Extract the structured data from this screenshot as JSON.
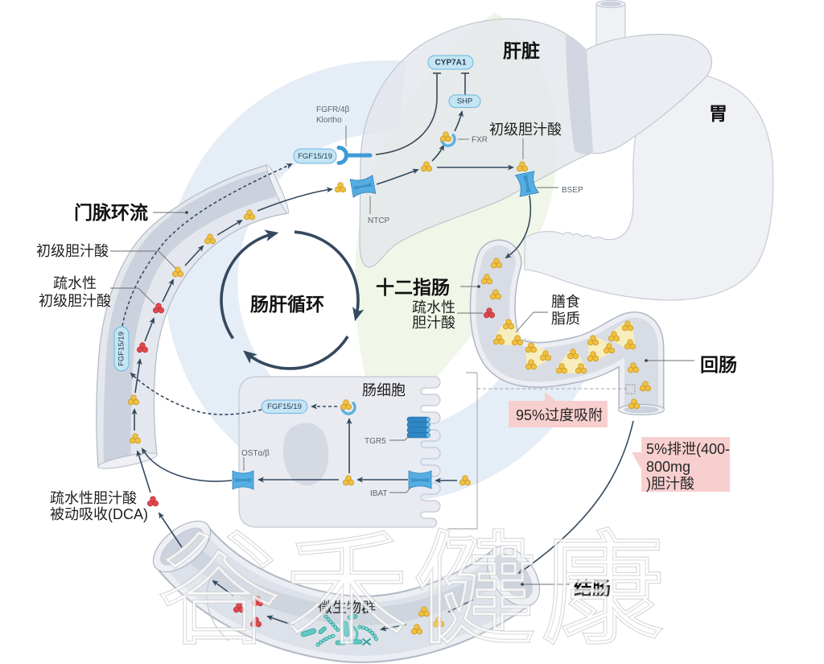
{
  "organs": {
    "liver": "肝脏",
    "stomach": "胃",
    "portal_vein": "门脉环流",
    "duodenum": "十二指肠",
    "ileum": "回肠",
    "colon": "结肠",
    "enterocyte": "肠细胞"
  },
  "cycle": {
    "label": "肠肝循环"
  },
  "liver": {
    "enzyme": "CYP7A1",
    "shp": "SHP",
    "fxr": "FXR",
    "receptor_label": [
      "FGFR/4β",
      "Klortho"
    ],
    "fgf": "FGF15/19",
    "uptake_transporter": "NTCP",
    "export_transporter": "BSEP",
    "bile_acid_label": "初级胆汁酸"
  },
  "portal_vein": {
    "bile_acid_label": "初级胆汁酸",
    "hydrophobic_label": [
      "疏水性",
      "初级胆汁酸"
    ],
    "fgf": "FGF15/19",
    "passive_absorption_label": [
      "疏水性胆汁酸",
      "被动吸收(DCA)"
    ]
  },
  "duodenum": {
    "hydrophobic_label": [
      "疏水性",
      "胆汁酸"
    ],
    "lipid_label": [
      "膳食",
      "脂质"
    ]
  },
  "enterocyte": {
    "fgf": "FGF15/19",
    "tgr5": "TGR5",
    "ibat": "IBAT",
    "ost": "OSTα/β"
  },
  "colon": {
    "microbiota_label": "微生物群"
  },
  "callouts": {
    "reabsorption": "95%过度吸附",
    "excretion_lines": [
      "5%排泄(400-",
      "800mg",
      ")胆汁酸"
    ]
  },
  "colors": {
    "bile_acid_primary": "#f0c043",
    "bile_acid_hydrophobic": "#e0474c",
    "protein_fill": "#c4e5f5",
    "transporter": "#55ade2",
    "arrow": "#34495e",
    "callout_bg": "#f8cfcf",
    "dietary_lipid": "#f8eebd",
    "microbe": "#62c8c2",
    "logo_blue": "#e5edf7",
    "logo_green": "#edf5e4"
  },
  "watermark": {
    "text": "谷禾健康"
  }
}
